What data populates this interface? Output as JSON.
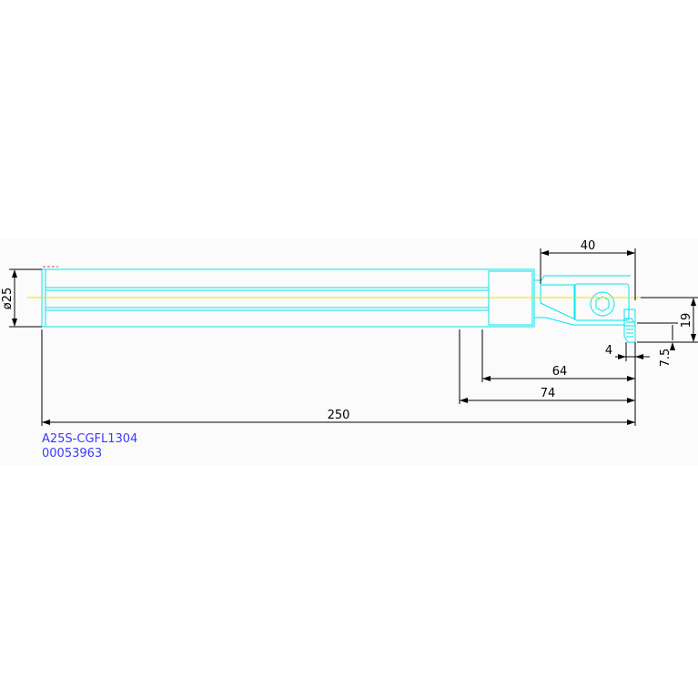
{
  "colors": {
    "background": "#ffffff",
    "tool_outline": "#00e5ee",
    "center_line": "#e8e000",
    "dimension": "#000000",
    "label_text": "#3a3aff",
    "marker": "#e04040"
  },
  "dimensions": {
    "diameter": "ø25",
    "head_length": "40",
    "center_height": "19",
    "offset_4": "4",
    "offset_7_5": "7.5",
    "length_64": "64",
    "length_74": "74",
    "overall_length": "250"
  },
  "labels": {
    "part_number": "A25S-CGFL1304",
    "order_code": "00053963"
  }
}
